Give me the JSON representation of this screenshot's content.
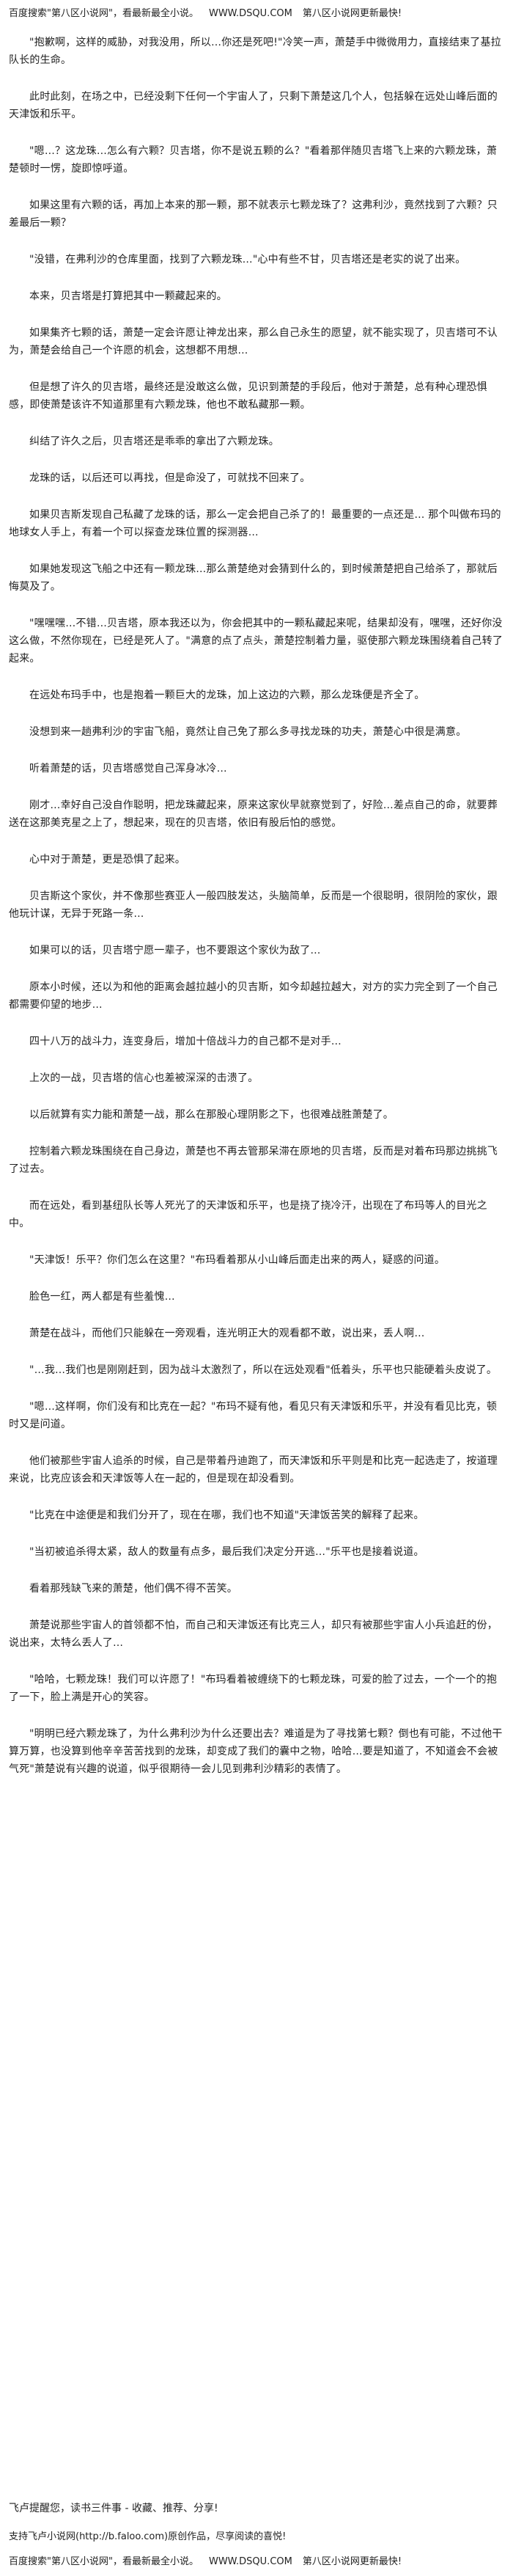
{
  "header": {
    "left": "百度搜索\"第八区小说网\"，看最新最全小说。",
    "url": "WWW.DSQU.COM",
    "right": "第八区小说网更新最快!"
  },
  "paragraphs": [
    "\"抱歉啊，这样的威胁，对我没用，所以…你还是死吧!\"冷笑一声，萧楚手中微微用力，直接结束了基拉队长的生命。",
    "此时此刻，在场之中，已经没剩下任何一个宇宙人了，只剩下萧楚这几个人，包括躲在远处山峰后面的天津饭和乐平。",
    "\"嗯…？这龙珠…怎么有六颗？贝吉塔，你不是说五颗的么？\"看着那伴随贝吉塔飞上来的六颗龙珠，萧楚顿时一愣，旋即惊呼道。",
    "如果这里有六颗的话，再加上本来的那一颗，那不就表示七颗龙珠了？这弗利沙，竟然找到了六颗？只差最后一颗？",
    "\"没错，在弗利沙的仓库里面，找到了六颗龙珠…\"心中有些不甘，贝吉塔还是老实的说了出来。",
    "本来，贝吉塔是打算把其中一颗藏起来的。",
    "如果集齐七颗的话，萧楚一定会许愿让神龙出来，那么自己永生的愿望，就不能实现了，贝吉塔可不认为，萧楚会给自己一个许愿的机会，这想都不用想…",
    "但是想了许久的贝吉塔，最终还是没敢这么做，见识到萧楚的手段后，他对于萧楚，总有种心理恐惧感，即使萧楚该许不知道那里有六颗龙珠，他也不敢私藏那一颗。",
    "纠结了许久之后，贝吉塔还是乖乖的拿出了六颗龙珠。",
    "龙珠的话，以后还可以再找，但是命没了，可就找不回来了。",
    "如果贝吉斯发现自己私藏了龙珠的话，那么一定会把自己杀了的！最重要的一点还是… 那个叫做布玛的地球女人手上，有着一个可以探查龙珠位置的探测器…",
    "如果她发现这飞船之中还有一颗龙珠…那么萧楚绝对会猜到什么的，到时候萧楚把自己给杀了，那就后悔莫及了。",
    "\"嘿嘿嘿…不错…贝吉塔，原本我还以为，你会把其中的一颗私藏起来呢，结果却没有，嘿嘿，还好你没这么做，不然你现在，已经是死人了。\"满意的点了点头，萧楚控制着力量，驱使那六颗龙珠围绕着自己转了起来。",
    "在远处布玛手中，也是抱着一颗巨大的龙珠，加上这边的六颗，那么龙珠便是齐全了。",
    "没想到来一趟弗利沙的宇宙飞船，竟然让自己免了那么多寻找龙珠的功夫，萧楚心中很是满意。",
    "听着萧楚的话，贝吉塔感觉自己浑身冰冷…",
    "刚才…幸好自己没自作聪明，把龙珠藏起来，原来这家伙早就察觉到了，好险…差点自己的命，就要葬送在这那美克星之上了，想起来，现在的贝吉塔，依旧有股后怕的感觉。",
    "心中对于萧楚，更是恐惧了起来。",
    "贝吉斯这个家伙，并不像那些赛亚人一般四肢发达，头脑简单，反而是一个很聪明，很阴险的家伙，跟他玩计谋，无异于死路一条…",
    "如果可以的话，贝吉塔宁愿一辈子，也不要跟这个家伙为敌了…",
    "原本小时候，还以为和他的距离会越拉越小的贝吉斯，如今却越拉越大，对方的实力完全到了一个自己都需要仰望的地步…",
    "四十八万的战斗力，连变身后，增加十倍战斗力的自己都不是对手…",
    "上次的一战，贝吉塔的信心也差被深深的击溃了。",
    "以后就算有实力能和萧楚一战，那么在那股心理阴影之下，也很难战胜萧楚了。",
    "控制着六颗龙珠围绕在自己身边，萧楚也不再去管那呆滞在原地的贝吉塔，反而是对着布玛那边挑挑飞了过去。",
    "而在远处，看到基纽队长等人死光了的天津饭和乐平，也是挠了挠冷汗，出现在了布玛等人的目光之中。",
    "\"天津饭！乐平？你们怎么在这里？\"布玛看着那从小山峰后面走出来的两人，疑惑的问道。",
    "脸色一红，两人都是有些羞愧…",
    "萧楚在战斗，而他们只能躲在一旁观看，连光明正大的观看都不敢，说出来，丢人啊…",
    "\"…我…我们也是刚刚赶到，因为战斗太激烈了，所以在远处观看\"低着头，乐平也只能硬着头皮说了。",
    "\"嗯…这样啊，你们没有和比克在一起？\"布玛不疑有他，看见只有天津饭和乐平，并没有看见比克，顿时又是问道。",
    "他们被那些宇宙人追杀的时候，自己是带着丹迪跑了，而天津饭和乐平则是和比克一起选走了，按道理来说，比克应该会和天津饭等人在一起的，但是现在却没看到。",
    "\"比克在中途便是和我们分开了，现在在哪，我们也不知道\"天津饭苦笑的解释了起来。",
    "\"当初被追杀得太紧，敌人的数量有点多，最后我们决定分开逃…\"乐平也是接着说道。",
    "看着那残缺飞来的萧楚，他们偶不得不苦笑。",
    "萧楚说那些宇宙人的首领都不怕，而自己和天津饭还有比克三人，却只有被那些宇宙人小兵追赶的份，说出来，太特么丢人了…",
    "\"哈哈，七颗龙珠！我们可以许愿了！\"布玛看着被缠绕下的七颗龙珠，可爱的脸了过去，一个一个的抱了一下，脸上满是开心的笑容。",
    "\"明明已经六颗龙珠了，为什么弗利沙为什么还要出去？难道是为了寻找第七颗？倒也有可能，不过他干算万算，也没算到他辛辛苦苦找到的龙珠，却变成了我们的囊中之物，哈哈…要是知道了，不知道会不会被气死\"萧楚说有兴趣的说道，似乎很期待一会儿见到弗利沙精彩的表情了。"
  ],
  "footer": {
    "note": "飞卢提醒您，读书三件事 - 收藏、推荐、分享!",
    "support": "支持飞卢小说网(http://b.faloo.com)原创作品，尽享阅读的喜悦!"
  }
}
